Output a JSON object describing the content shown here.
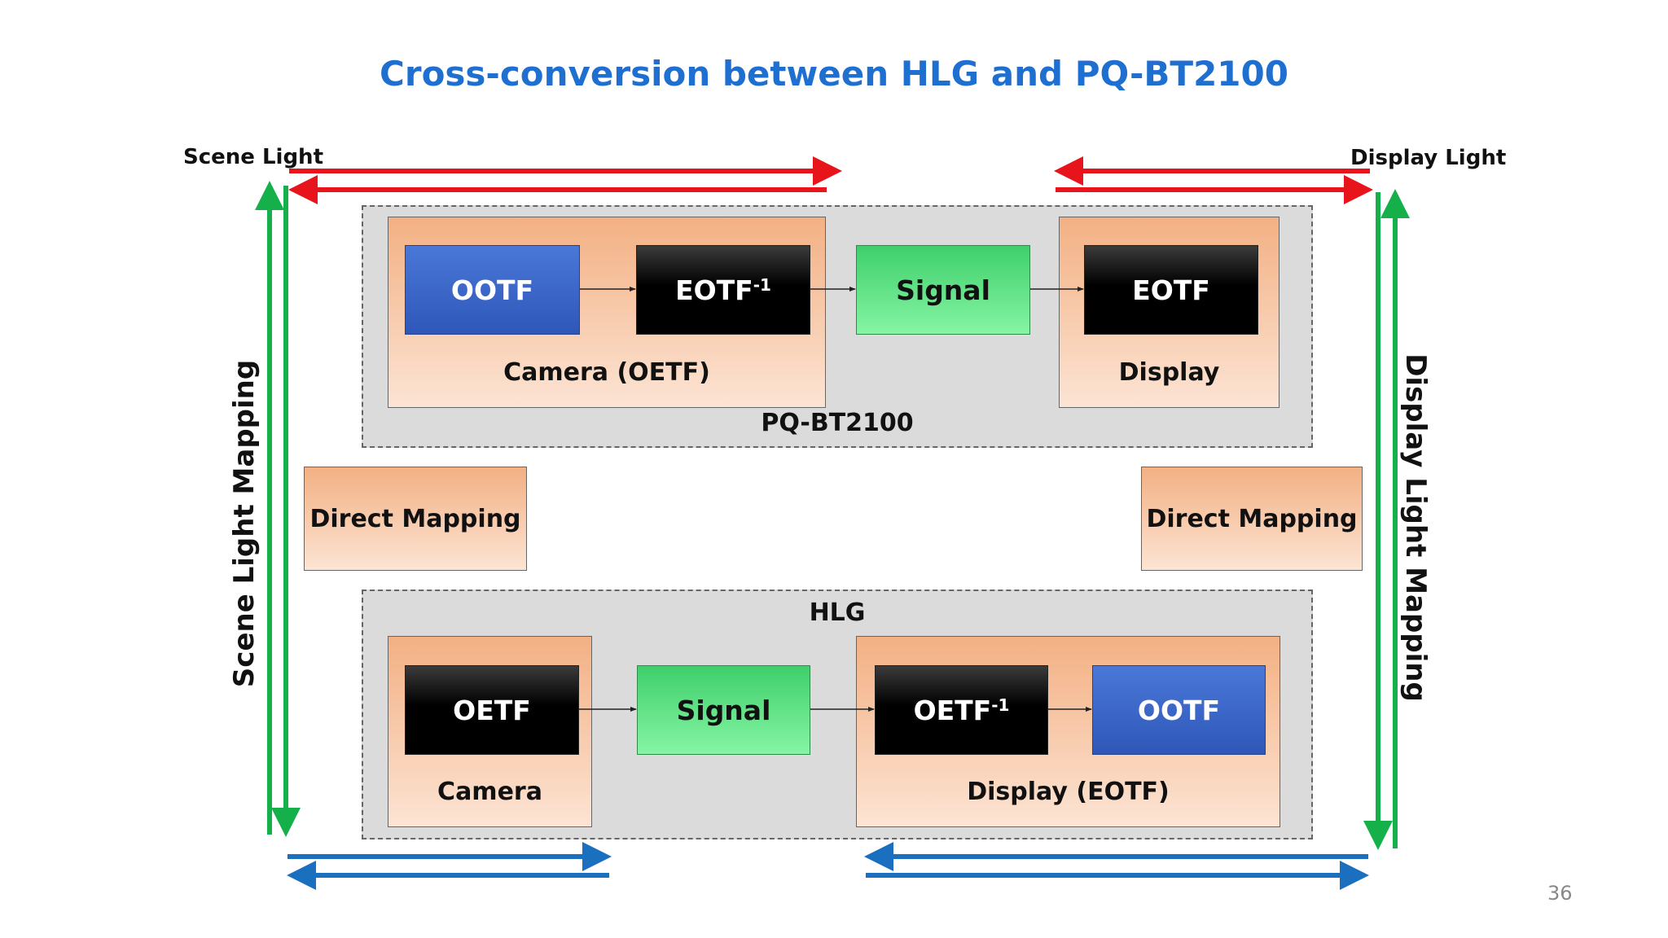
{
  "title": "Cross-conversion between HLG and PQ-BT2100",
  "labels": {
    "scene_light": "Scene Light",
    "display_light": "Display Light",
    "scene_light_mapping": "Scene Light Mapping",
    "display_light_mapping": "Display Light Mapping"
  },
  "pq": {
    "name": "PQ-BT2100",
    "camera_label": "Camera  (OETF)",
    "display_label": "Display",
    "ootf": "OOTF",
    "eotf_inv_base": "EOTF",
    "eotf_inv_sup": "-1",
    "signal": "Signal",
    "eotf": "EOTF"
  },
  "hlg": {
    "name": "HLG",
    "camera_label": "Camera",
    "display_label": "Display (EOTF)",
    "oetf": "OETF",
    "signal": "Signal",
    "oetf_inv_base": "OETF",
    "oetf_inv_sup": "-1",
    "ootf": "OOTF"
  },
  "direct_mapping_left": "Direct Mapping",
  "direct_mapping_right": "Direct Mapping",
  "page_number": "36",
  "colors": {
    "title": "#1f6fd1",
    "red_arrows": "#e8141c",
    "green_arrows": "#16b04a",
    "blue_arrows": "#1a6fbf"
  }
}
